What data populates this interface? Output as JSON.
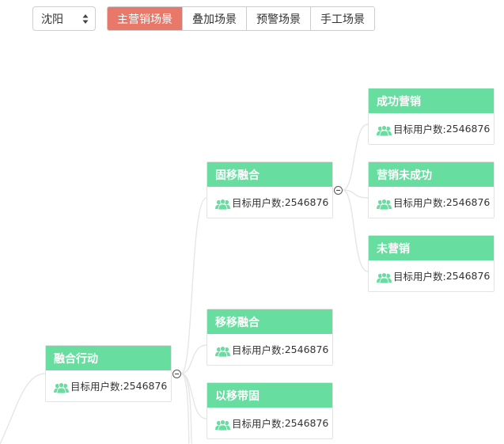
{
  "toolbar": {
    "city": "沈阳",
    "tabs": [
      {
        "label": "主营销场景",
        "active": true
      },
      {
        "label": "叠加场景",
        "active": false
      },
      {
        "label": "预警场景",
        "active": false
      },
      {
        "label": "手工场景",
        "active": false
      }
    ]
  },
  "tree": {
    "metric_label": "目标用户数:",
    "nodes": {
      "root": {
        "title": "融合行动",
        "count": "2546876"
      },
      "gu_yi": {
        "title": "固移融合",
        "count": "2546876"
      },
      "yi_yi": {
        "title": "移移融合",
        "count": "2546876"
      },
      "yi_dai_gu": {
        "title": "以移带固",
        "count": "2546876"
      },
      "cheng_gong": {
        "title": "成功营销",
        "count": "2546876"
      },
      "wei_cheng_gong": {
        "title": "营销未成功",
        "count": "2546876"
      },
      "wei_ying_xiao": {
        "title": "未营销",
        "count": "2546876"
      }
    }
  },
  "colors": {
    "node_header": "#67dda0",
    "active_tab": "#e8796a",
    "icon": "#67dda0",
    "link": "#e6e6e6"
  },
  "icons": {
    "city_select": "updown-caret-icon",
    "node_metric": "users-icon",
    "toggle": "collapse-minus-icon"
  }
}
